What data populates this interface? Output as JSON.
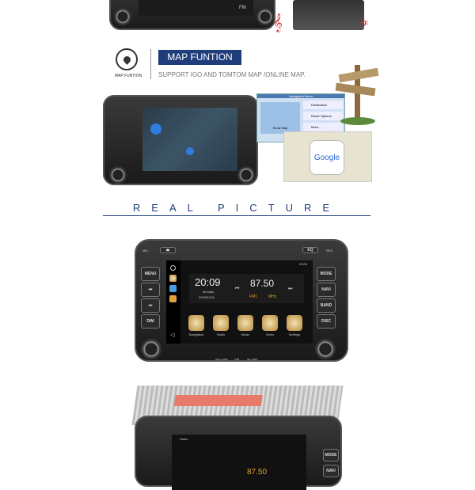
{
  "map_section": {
    "icon_label": "MAP FUNTION",
    "banner": "MAP FUNTION",
    "subtitle": "SUPPORT IGO AND TOMTOM MAP /ONLINE MAP.",
    "accent": "#1f3d7a"
  },
  "nav_menu": {
    "title": "Navigation Menu",
    "items": [
      "Destination",
      "Route Options",
      "More..."
    ],
    "show_map": "Show Map"
  },
  "google": {
    "logo": "Google"
  },
  "real_picture": {
    "title": "REAL PICTURE"
  },
  "head_unit": {
    "left_buttons": [
      "MENU",
      "⏮",
      "⏭",
      "DIM"
    ],
    "right_buttons": [
      "MODE",
      "NAVI",
      "BAND",
      "DISC"
    ],
    "top_labels": {
      "mic": "MIC",
      "eq": "EQ",
      "res": "RES"
    },
    "bottom_labels": [
      "GPS CARD",
      "USB",
      "SD CARD"
    ],
    "status_time": "20:09",
    "clock": "20:09",
    "day": "Monday",
    "date": "2018/01/01",
    "freq": "87.50",
    "band": "FM1",
    "unit": "MHz",
    "apps": [
      "Navigation",
      "Radio",
      "Music",
      "Video",
      "Settings"
    ]
  },
  "top_unit": {
    "band": "FM"
  },
  "bottom_unit": {
    "freq": "87.50",
    "label": "Radio"
  }
}
